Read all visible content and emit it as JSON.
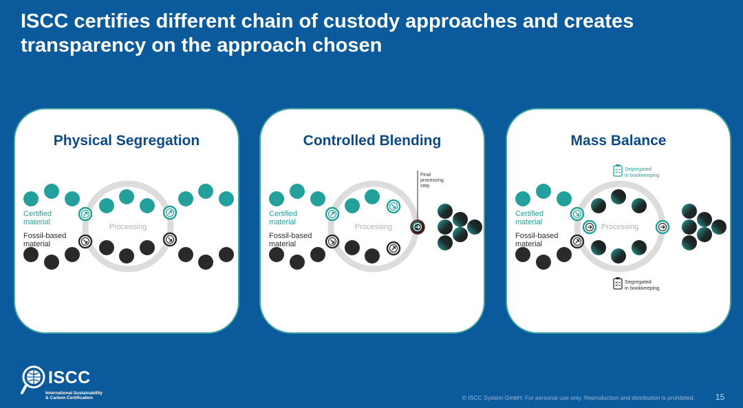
{
  "slide": {
    "title_line1": "ISCC certifies different chain of custody approaches and creates",
    "title_line2": "transparency on the approach chosen",
    "page_number": "15",
    "footer": "© ISCC System GmbH: For personal use only. Reproduction and distribution is prohibited."
  },
  "logo": {
    "name": "ISCC",
    "subtitle_line1": "International Sustainability",
    "subtitle_line2": "& Carbon Certification"
  },
  "labels": {
    "certified_line1": "Certified",
    "certified_line2": "material",
    "fossil_line1": "Fossil-based",
    "fossil_line2": "material",
    "processing": "Processing"
  },
  "cards": [
    {
      "title": "Physical Segregation"
    },
    {
      "title": "Controlled Blending",
      "final_step_line1": "Final",
      "final_step_line2": "processing",
      "final_step_line3": "step"
    },
    {
      "title": "Mass Balance",
      "segregated_line1": "Segregated",
      "segregated_line2": "in bookkeeping"
    }
  ],
  "colors": {
    "background": "#0a5a9c",
    "card_border": "#41a6a1",
    "certified": "#23a09b",
    "fossil": "#2a2a2a",
    "card_title": "#0b4a86",
    "ring": "#dcdcdc"
  }
}
